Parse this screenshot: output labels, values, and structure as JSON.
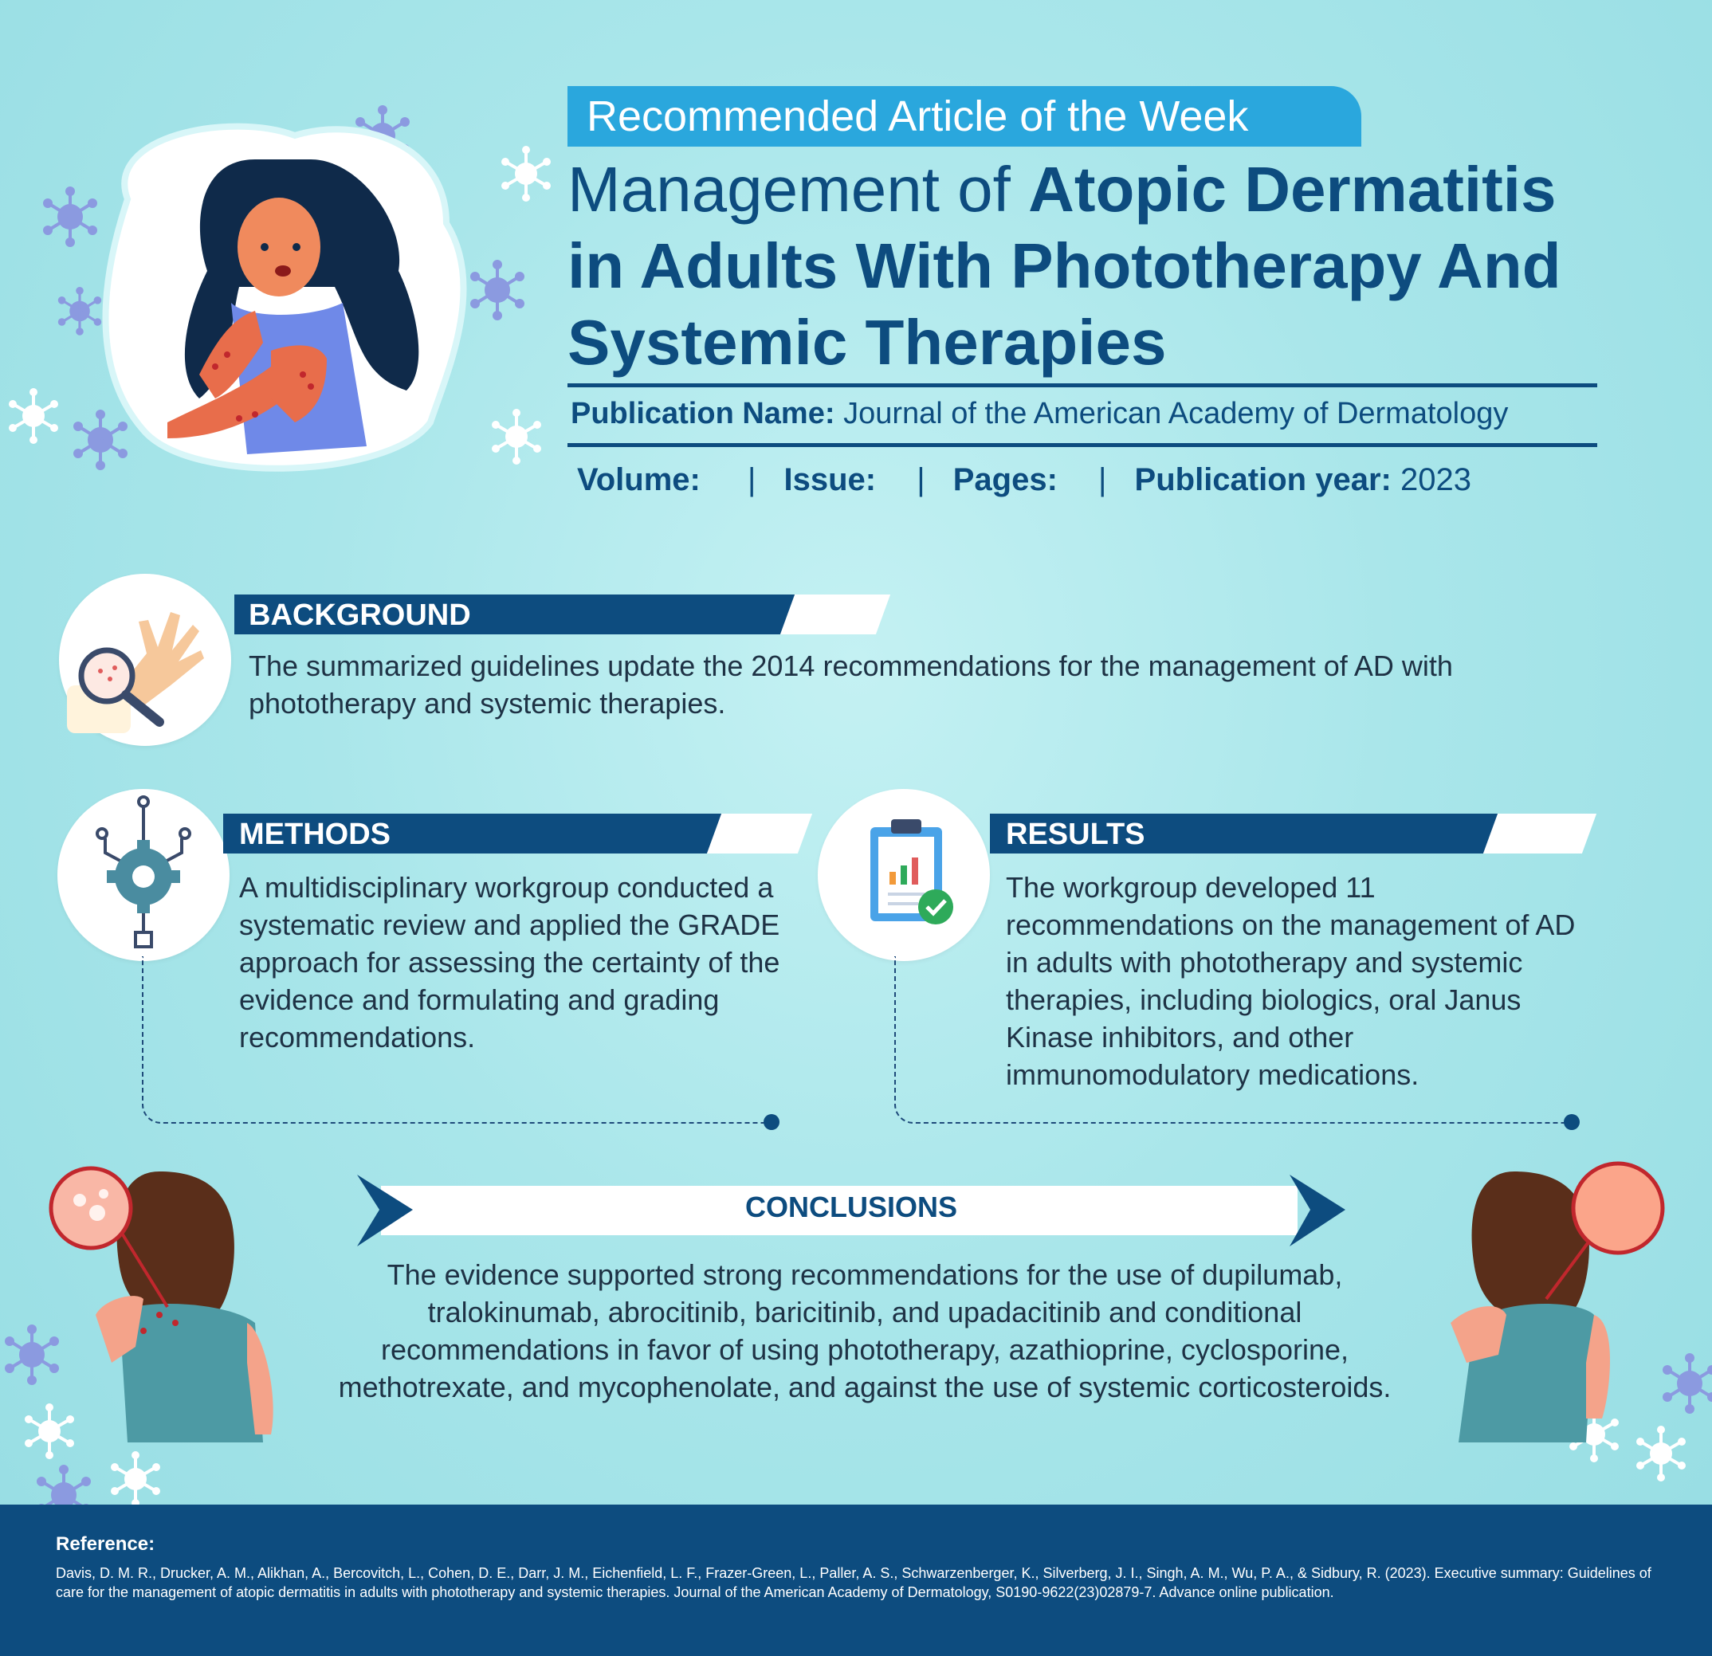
{
  "header": {
    "badge": "Recommended Article of the Week",
    "title_light": "Management of ",
    "title_bold": "Atopic Dermatitis in Adults With Phototherapy And Systemic Therapies"
  },
  "publication": {
    "name_label": "Publication Name:",
    "name_value": "Journal of the American Academy of Dermatology",
    "volume_label": "Volume:",
    "issue_label": "Issue:",
    "pages_label": "Pages:",
    "year_label": "Publication year:",
    "year_value": "2023",
    "separator": "|"
  },
  "sections": {
    "background": {
      "title": "BACKGROUND",
      "text": "The summarized guidelines update the 2014 recommendations for the management of AD with phototherapy and systemic therapies."
    },
    "methods": {
      "title": "METHODS",
      "text": "A multidisciplinary workgroup conducted a systematic review and applied the GRADE approach for assessing the certainty of the evidence and formulating and grading recommendations."
    },
    "results": {
      "title": "RESULTS",
      "text": "The workgroup developed 11 recommendations on the management of AD in adults with phototherapy and systemic therapies, including biologics, oral Janus Kinase inhibitors, and other immunomodulatory medications."
    },
    "conclusions": {
      "title": "CONCLUSIONS",
      "text": "The evidence supported strong recommendations for the use of dupilumab, tralokinumab, abrocitinib, baricitinib, and upadacitinib and conditional recommendations in favor of using phototherapy, azathioprine, cyclosporine, methotrexate, and mycophenolate, and against the use of systemic corticosteroids."
    }
  },
  "reference": {
    "heading": "Reference:",
    "text": "Davis, D. M. R., Drucker, A. M., Alikhan, A., Bercovitch, L., Cohen, D. E., Darr, J. M., Eichenfield, L. F., Frazer-Green, L., Paller, A. S., Schwarzenberger, K., Silverberg, J. I., Singh, A. M., Wu, P. A., & Sidbury, R. (2023). Executive summary: Guidelines of care for the management of atopic dermatitis in adults with phototherapy and systemic therapies. Journal of the American Academy of Dermatology, S0190-9622(23)02879-7. Advance online publication."
  },
  "icons": [
    "woman-scratching-arm-illustration",
    "hand-magnifier-icon",
    "gear-network-icon",
    "clipboard-chart-check-icon",
    "woman-back-rash-illustration",
    "virus-icon"
  ],
  "colors": {
    "navy": "#0d4c7f",
    "badge_blue": "#2aa7dd",
    "background": "#a9e6ea",
    "text": "#1e3245"
  }
}
